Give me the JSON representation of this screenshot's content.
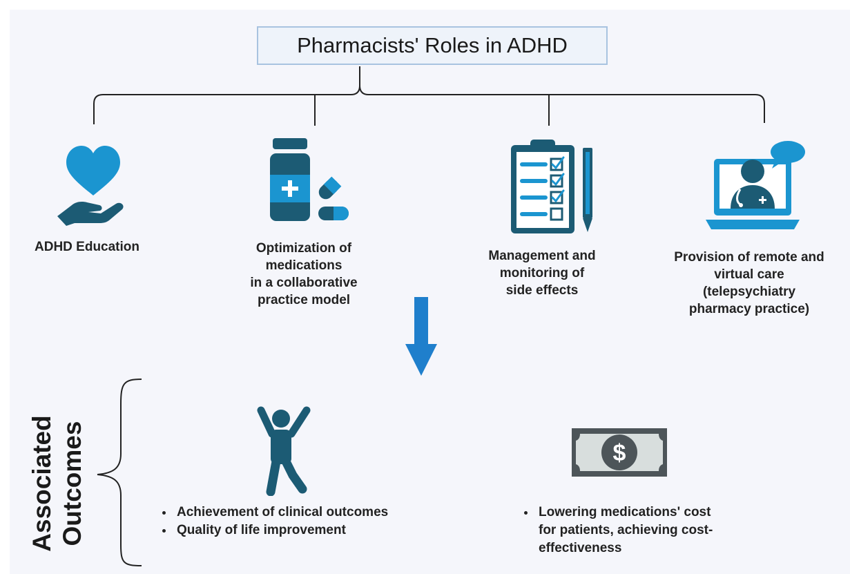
{
  "title": "Pharmacists' Roles in ADHD",
  "roles": [
    {
      "icon": "heart-hand-icon",
      "lines": [
        "ADHD Education"
      ]
    },
    {
      "icon": "medicine-bottle-pills-icon",
      "lines": [
        "Optimization of",
        "medications",
        "in a collaborative",
        "practice model"
      ]
    },
    {
      "icon": "clipboard-checklist-pencil-icon",
      "lines": [
        "Management and",
        "monitoring of",
        "side effects"
      ]
    },
    {
      "icon": "laptop-doctor-telehealth-icon",
      "lines": [
        "Provision of remote and",
        "virtual care",
        "(telepsychiatry",
        "pharmacy practice)"
      ]
    }
  ],
  "outcomes": {
    "heading_lines": [
      "Associated",
      "Outcomes"
    ],
    "clinical": {
      "icon": "person-celebrating-icon",
      "bullets": [
        "Achievement of clinical outcomes",
        "Quality of life improvement"
      ]
    },
    "cost": {
      "icon": "dollar-banknote-icon",
      "bullets": [
        "Lowering medications' cost for patients, achieving cost-effectiveness"
      ],
      "bullet_lines": [
        "Lowering medications' cost",
        "for patients, achieving cost-",
        "effectiveness"
      ]
    }
  },
  "colors": {
    "primary_blue": "#1b95d0",
    "dark_teal": "#1c5b74",
    "arrow_blue": "#1f7fcc",
    "title_border": "#a8c3e0",
    "connector": "#222222"
  }
}
